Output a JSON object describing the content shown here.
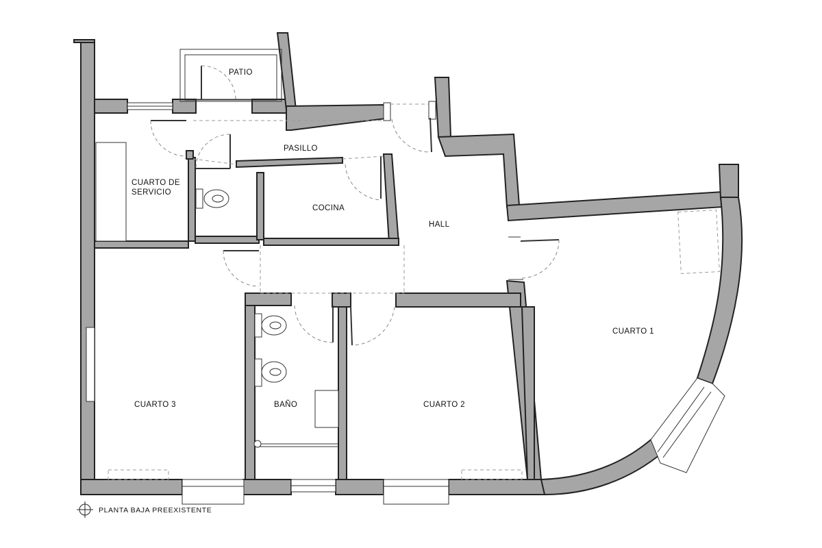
{
  "rooms": {
    "patio": "PATIO",
    "pasillo": "PASILLO",
    "cuarto_servicio_line1": "CUARTO  DE",
    "cuarto_servicio_line2": "SERVICIO",
    "cocina": "COCINA",
    "hall": "HALL",
    "cuarto_1": "CUARTO  1",
    "cuarto_2": "CUARTO  2",
    "cuarto_3": "CUARTO  3",
    "bano": "BAÑO"
  },
  "caption": "PLANTA BAJA PREEXISTENTE",
  "colors": {
    "wall_fill": "#a6a6a6",
    "line": "#222222"
  }
}
